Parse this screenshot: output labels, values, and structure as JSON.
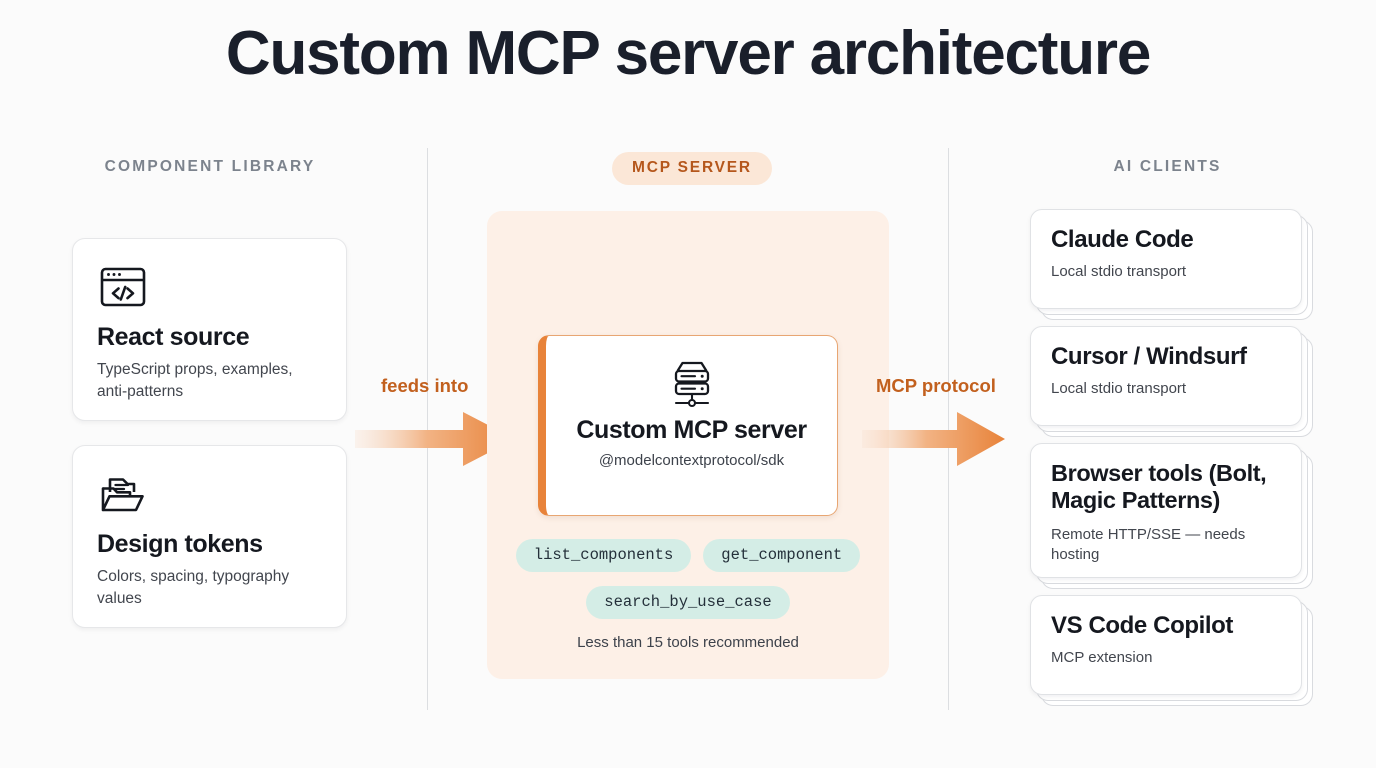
{
  "title": "Custom MCP server architecture",
  "columns": {
    "left_header": "COMPONENT LIBRARY",
    "center_badge": "MCP SERVER",
    "right_header": "AI CLIENTS"
  },
  "sources": [
    {
      "icon": "code-window-icon",
      "title": "React source",
      "desc": "TypeScript props, examples, anti-patterns"
    },
    {
      "icon": "folder-document-icon",
      "title": "Design tokens",
      "desc": "Colors, spacing, typography values"
    }
  ],
  "server": {
    "icon": "server-rack-icon",
    "title": "Custom MCP server",
    "package": "@modelcontextprotocol/sdk",
    "tools_row1": [
      "list_components",
      "get_component"
    ],
    "tools_row2": [
      "search_by_use_case"
    ],
    "note": "Less than 15 tools recommended"
  },
  "arrows": [
    {
      "label": "feeds into",
      "name": "arrow-feeds-into"
    },
    {
      "label": "MCP protocol",
      "name": "arrow-mcp-protocol"
    }
  ],
  "clients": [
    {
      "title": "Claude Code",
      "desc": "Local stdio transport"
    },
    {
      "title": "Cursor / Windsurf",
      "desc": "Local stdio transport"
    },
    {
      "title": "Browser tools (Bolt, Magic Patterns)",
      "desc": "Remote HTTP/SSE — needs hosting"
    },
    {
      "title": "VS Code Copilot",
      "desc": "MCP extension"
    }
  ],
  "colors": {
    "background": "#FBFBFB",
    "accent_orange": "#E8833A",
    "accent_orange_dark": "#C2601E",
    "panel_peach": "#FDF0E7",
    "badge_peach": "#FBE7D7",
    "tool_mint": "#D4EDE6",
    "muted_gray": "#7C838D"
  }
}
